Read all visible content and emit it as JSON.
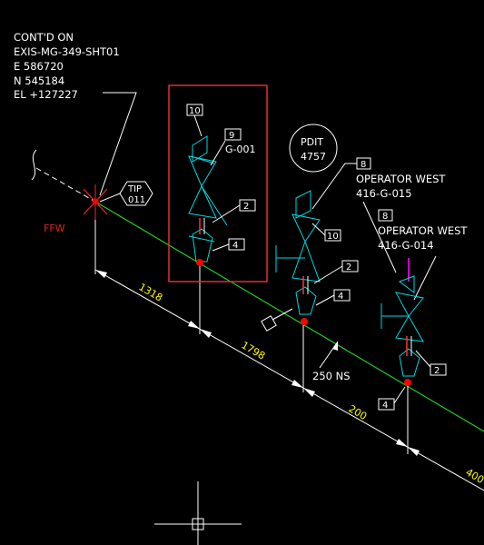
{
  "contd": {
    "line1": "CONT'D ON",
    "line2": "EXIS-MG-349-SHT01",
    "line3": "E 586720",
    "line4": "N 545184",
    "line5": "EL +127227"
  },
  "tip": {
    "line1": "TIP",
    "line2": "011"
  },
  "ffw": "FFW",
  "pdit": {
    "line1": "PDIT",
    "line2": "4757"
  },
  "valve1": {
    "tag_top": "10",
    "tag_9": "9",
    "tag_g": "G-001",
    "tag_2": "2",
    "tag_4": "4"
  },
  "valve2": {
    "tag_10": "10",
    "tag_2": "2",
    "tag_4": "4"
  },
  "valve3": {
    "tag_2": "2",
    "tag_4": "4"
  },
  "op1": {
    "num": "8",
    "line1": "OPERATOR WEST",
    "line2": "416-G-015"
  },
  "op2": {
    "num": "8",
    "line1": "OPERATOR WEST",
    "line2": "416-G-014"
  },
  "dims": {
    "d1": "1318",
    "d2": "1798",
    "d3": "200",
    "d4": "400"
  },
  "pipe_size": "250 NS",
  "colors": {
    "background": "#000000",
    "pipe": "#22cc22",
    "valve": "#00d8e0",
    "dimension_text": "#ffff00",
    "highlight_box": "#e03030",
    "node": "#ff0000",
    "ffw": "#dd2222",
    "stem": "#cc00cc",
    "text": "#ffffff"
  }
}
